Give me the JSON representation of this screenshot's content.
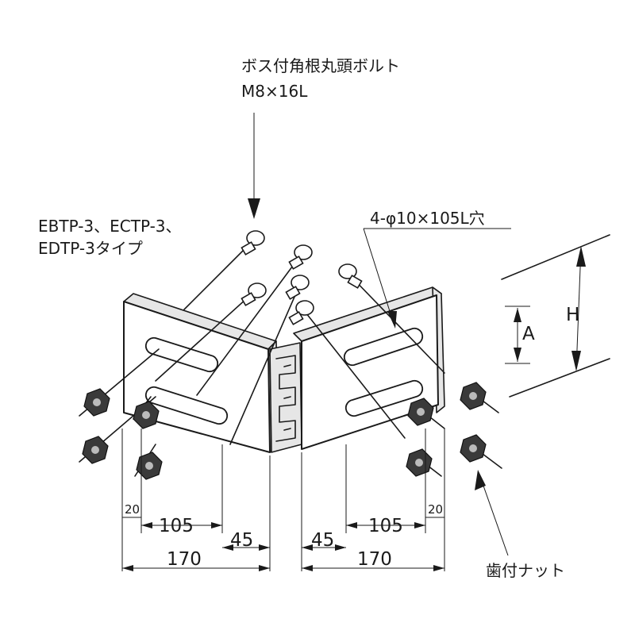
{
  "labels": {
    "bolt_name": "ボス付角根丸頭ボルト",
    "bolt_size": "M8×16L",
    "model_line1": "EBTP-3、ECTP-3、",
    "model_line2": "EDTP-3タイプ",
    "hole_spec": "4-φ10×105L穴",
    "nut_name": "歯付ナット",
    "dim_h": "H",
    "dim_a": "A"
  },
  "dimensions": {
    "left": {
      "edge": "20",
      "slot": "105",
      "offset": "45",
      "total": "170"
    },
    "right": {
      "offset": "45",
      "slot": "105",
      "edge": "20",
      "total": "170"
    }
  }
}
